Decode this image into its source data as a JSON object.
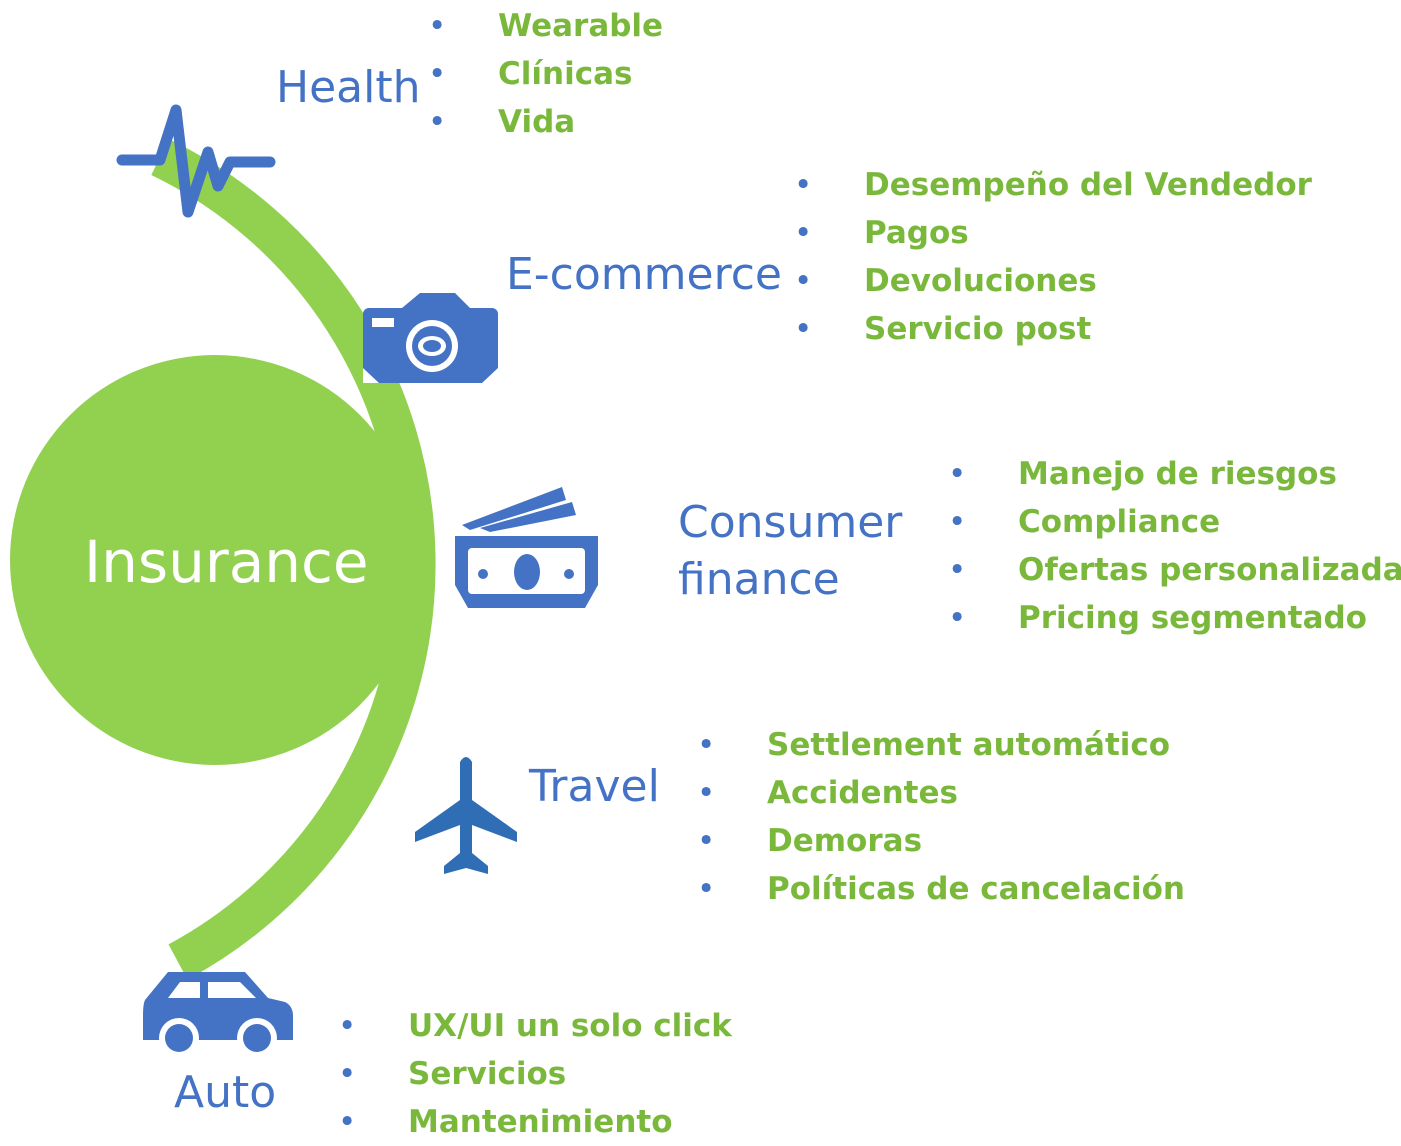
{
  "colors": {
    "ring": "#92D050",
    "ring_separator": "#ffffff",
    "icon": "#4472C4",
    "category_text": "#4472C4",
    "bullet_text": "#7AB83C",
    "center_circle": "#92D050"
  },
  "center": {
    "label": "Insurance"
  },
  "segments": [
    {
      "label": "Health",
      "icon": "heartbeat-icon",
      "bullets": [
        "Wearable",
        "Clínicas",
        "Vida"
      ]
    },
    {
      "label": "E-commerce",
      "icon": "camera-icon",
      "bullets": [
        "Desempeño del Vendedor",
        "Pagos",
        "Devoluciones",
        "Servicio post"
      ]
    },
    {
      "label_lines": [
        "Consumer",
        "finance"
      ],
      "icon": "money-icon",
      "bullets": [
        "Manejo de riesgos",
        "Compliance",
        "Ofertas personalizadas",
        "Pricing segmentado"
      ]
    },
    {
      "label": "Travel",
      "icon": "airplane-icon",
      "bullets": [
        "Settlement automático",
        "Accidentes",
        "Demoras",
        "Políticas de cancelación"
      ]
    },
    {
      "label": "Auto",
      "icon": "car-icon",
      "bullets": [
        "UX/UI un solo click",
        "Servicios",
        "Mantenimiento"
      ]
    }
  ],
  "bullet_glyph": "•"
}
